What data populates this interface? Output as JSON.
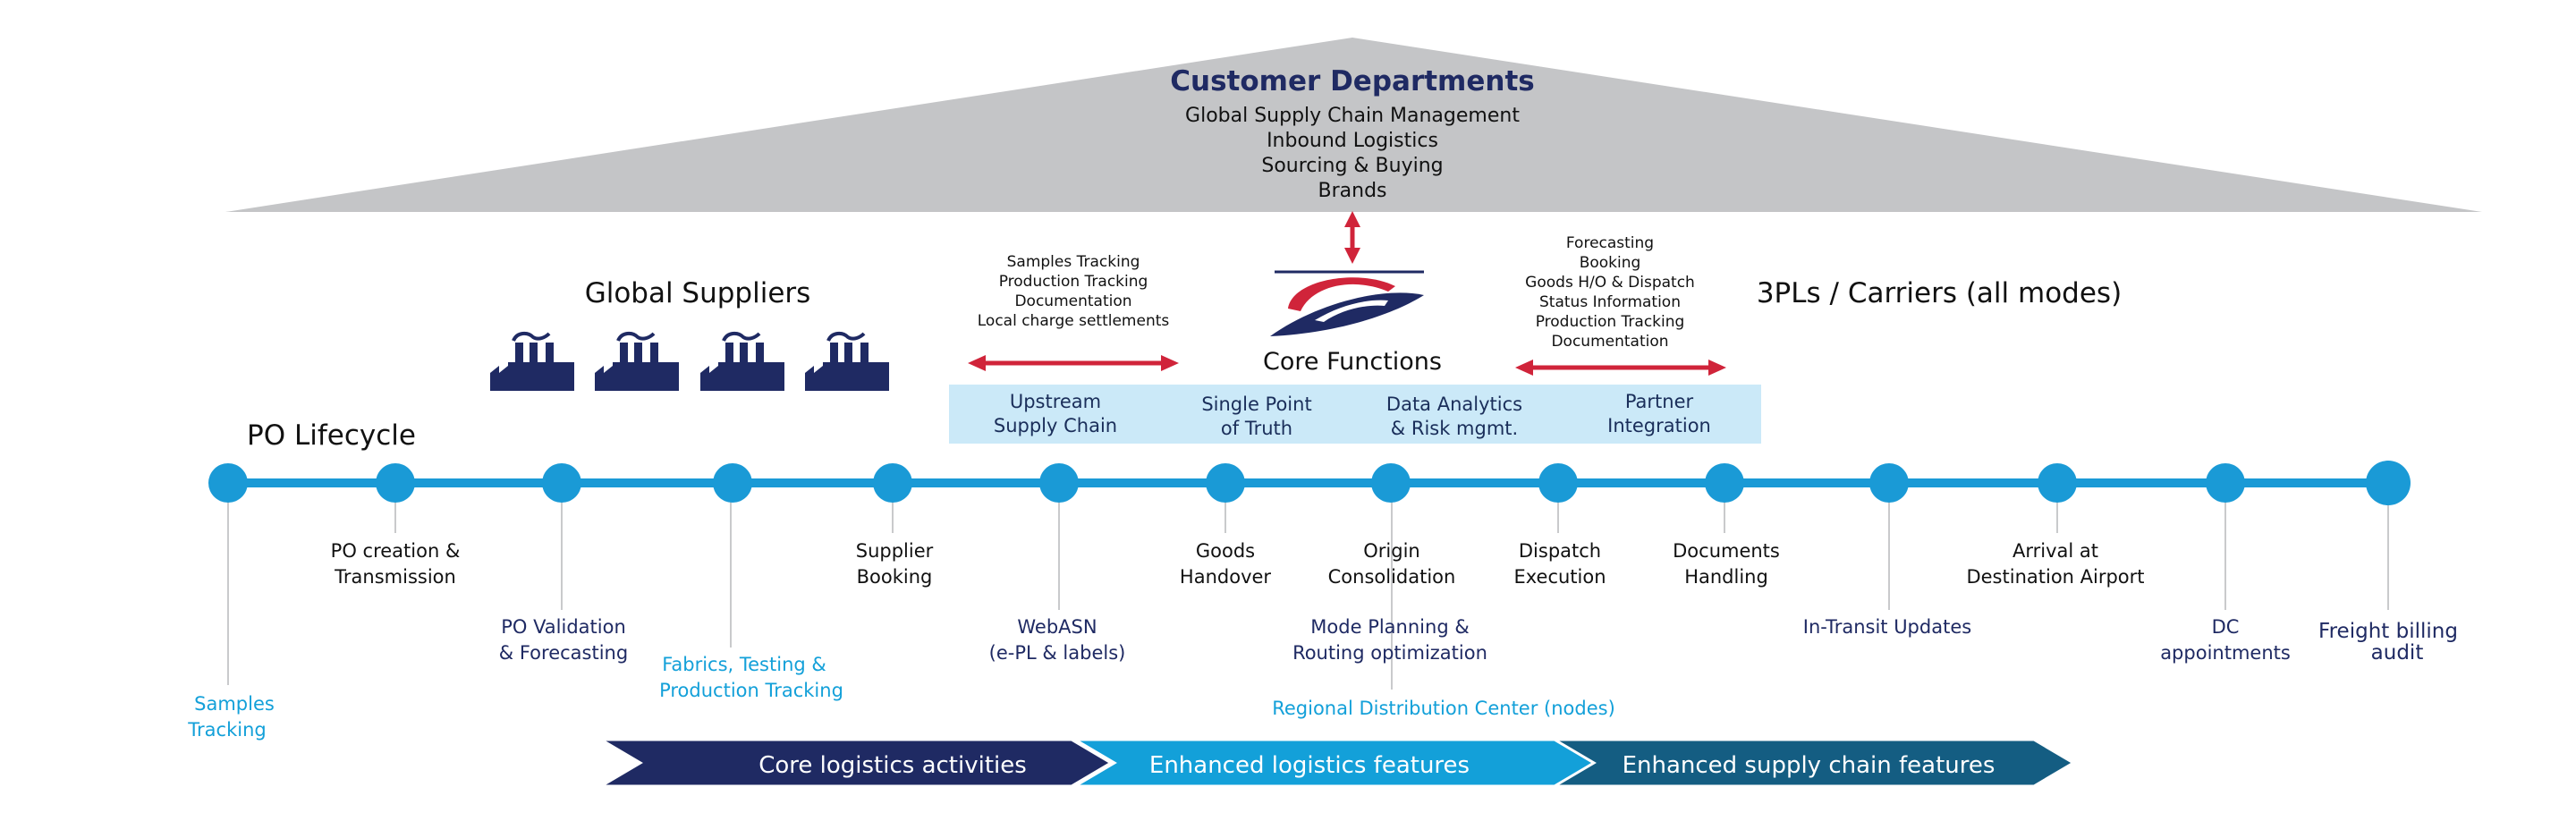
{
  "colors": {
    "roof": "#c4c5c7",
    "navy": "#1f2a63",
    "cyan": "#13a0d9",
    "timeline": "#1a9ad6",
    "light_box": "#cbe9f8",
    "arrow_red": "#d0243a",
    "chevron_1": "#1f2a63",
    "chevron_2": "#13a0d9",
    "chevron_3": "#145d82"
  },
  "roof": {
    "title": "Customer Departments",
    "lines": [
      "Global Supply Chain Management",
      "Inbound Logistics",
      "Sourcing & Buying",
      "Brands"
    ]
  },
  "global_suppliers": {
    "title": "Global Suppliers",
    "icon": "factory-icon",
    "count": 4
  },
  "carriers": {
    "title": "3PLs / Carriers (all modes)"
  },
  "upstream_list": [
    "Samples Tracking",
    "Production Tracking",
    "Documentation",
    "Local charge settlements"
  ],
  "downstream_list": [
    "Forecasting",
    "Booking",
    "Goods H/O & Dispatch",
    "Status Information",
    "Production Tracking",
    "Documentation"
  ],
  "core": {
    "title": "Core Functions",
    "logo_icon": "core-platform-logo-icon"
  },
  "functions": [
    {
      "lines": [
        "Upstream",
        "Supply Chain"
      ]
    },
    {
      "lines": [
        "Single Point",
        "of Truth"
      ]
    },
    {
      "lines": [
        "Data Analytics",
        "& Risk mgmt."
      ]
    },
    {
      "lines": [
        "Partner",
        "Integration"
      ]
    }
  ],
  "po_lifecycle": {
    "title": "PO Lifecycle"
  },
  "timeline_labels": [
    {
      "lines": [
        "Samples",
        "Tracking"
      ],
      "style": "cyan"
    },
    {
      "lines": [
        "PO creation &",
        "Transmission"
      ],
      "style": "black"
    },
    {
      "lines": [
        "PO Validation",
        "& Forecasting"
      ],
      "style": "navy"
    },
    {
      "lines": [
        "Fabrics, Testing  &",
        "Production Tracking"
      ],
      "style": "cyan"
    },
    {
      "lines": [
        "Supplier",
        "Booking"
      ],
      "style": "black"
    },
    {
      "lines": [
        "WebASN",
        "(e-PL & labels)"
      ],
      "style": "navy"
    },
    {
      "lines": [
        "Goods",
        "Handover"
      ],
      "style": "black"
    },
    {
      "lines": [
        "Origin",
        "Consolidation"
      ],
      "style": "black"
    },
    {
      "lines": [
        "Mode Planning &",
        "Routing optimization"
      ],
      "style": "navy"
    },
    {
      "lines": [
        "Regional Distribution Center (nodes)"
      ],
      "style": "cyan"
    },
    {
      "lines": [
        "Dispatch",
        "Execution"
      ],
      "style": "black"
    },
    {
      "lines": [
        "Documents",
        "Handling"
      ],
      "style": "black"
    },
    {
      "lines": [
        "In-Transit Updates"
      ],
      "style": "navy"
    },
    {
      "lines": [
        "Arrival at",
        "Destination Airport"
      ],
      "style": "black"
    },
    {
      "lines": [
        "DC",
        "appointments"
      ],
      "style": "navy"
    },
    {
      "lines": [
        "Freight billing",
        "audit"
      ],
      "style": "navy"
    }
  ],
  "chevrons": [
    {
      "label": "Core logistics activities"
    },
    {
      "label": "Enhanced logistics features"
    },
    {
      "label": "Enhanced supply chain features"
    }
  ]
}
